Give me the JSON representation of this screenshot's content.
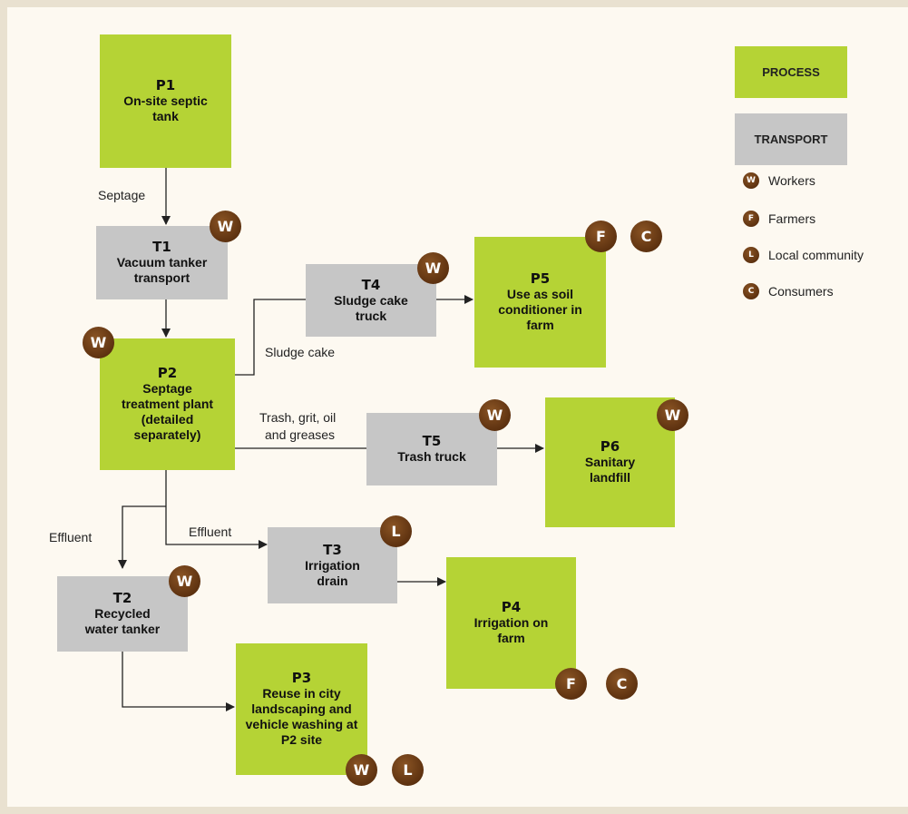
{
  "colors": {
    "process": "#b5d335",
    "transport": "#c6c6c6",
    "badge": "#5e3210",
    "line": "#222222",
    "background": "#fdf9f1"
  },
  "nodes": {
    "P1": {
      "code": "P1",
      "text": "On-site septic tank"
    },
    "T1": {
      "code": "T1",
      "text": "Vacuum tanker transport"
    },
    "P2": {
      "code": "P2",
      "text": "Septage treatment plant (detailed separately)"
    },
    "T4": {
      "code": "T4",
      "text": "Sludge cake truck"
    },
    "P5": {
      "code": "P5",
      "text": "Use as soil conditioner in farm"
    },
    "T5": {
      "code": "T5",
      "text": "Trash truck"
    },
    "P6": {
      "code": "P6",
      "text": "Sanitary landfill"
    },
    "T3": {
      "code": "T3",
      "text": "Irrigation drain"
    },
    "P4": {
      "code": "P4",
      "text": "Irrigation on farm"
    },
    "T2": {
      "code": "T2",
      "text": "Recycled water tanker"
    },
    "P3": {
      "code": "P3",
      "text": "Reuse in city landscaping and vehicle washing at P2 site"
    }
  },
  "edges": {
    "septage": "Septage",
    "sludge_cake": "Sludge cake",
    "trash_line1": "Trash, grit, oil",
    "trash_line2": "and greases",
    "effluent_left": "Effluent",
    "effluent_mid": "Effluent"
  },
  "badges": {
    "W": "W",
    "F": "F",
    "L": "L",
    "C": "C"
  },
  "legend": {
    "process": "PROCESS",
    "transport": "TRANSPORT",
    "workers": "Workers",
    "farmers": "Farmers",
    "local_community": "Local community",
    "consumers": "Consumers"
  }
}
